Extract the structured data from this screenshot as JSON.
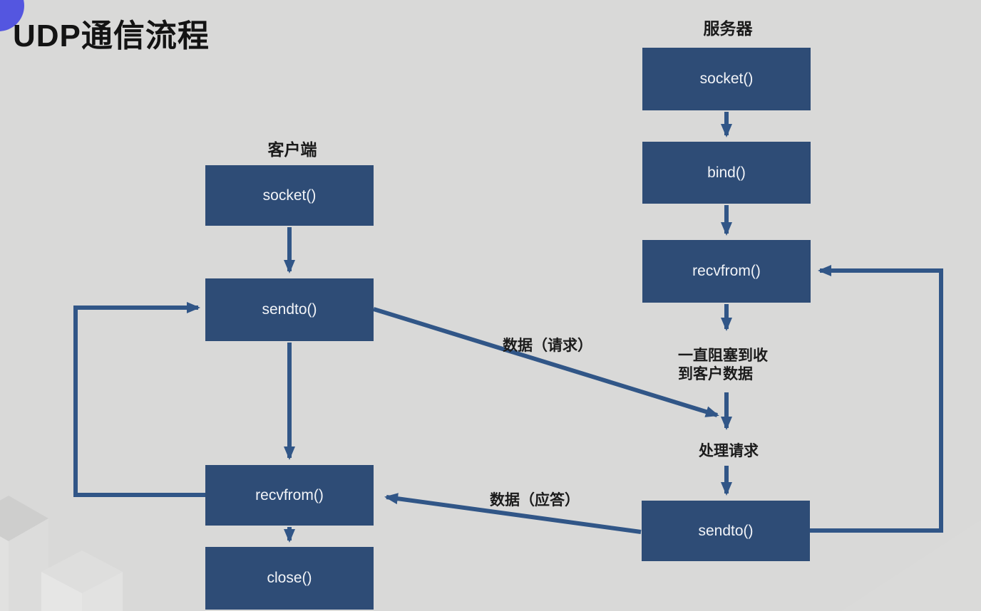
{
  "title": "UDP通信流程",
  "colors": {
    "background": "#d9d9d8",
    "node_fill": "#2e4c76",
    "node_text": "#f2f4f8",
    "arrow": "#315687",
    "accent_circle": "#5456e0",
    "label_text": "#1b1b1b"
  },
  "client": {
    "label": "客户端",
    "nodes": [
      "socket()",
      "sendto()",
      "recvfrom()",
      "close()"
    ]
  },
  "server": {
    "label": "服务器",
    "nodes": [
      "socket()",
      "bind()",
      "recvfrom()",
      "sendto()"
    ]
  },
  "annotations": {
    "blocking_line1": "一直阻塞到收",
    "blocking_line2": "到客户数据",
    "process": "处理请求",
    "request": "数据（请求）",
    "reply": "数据（应答）"
  }
}
